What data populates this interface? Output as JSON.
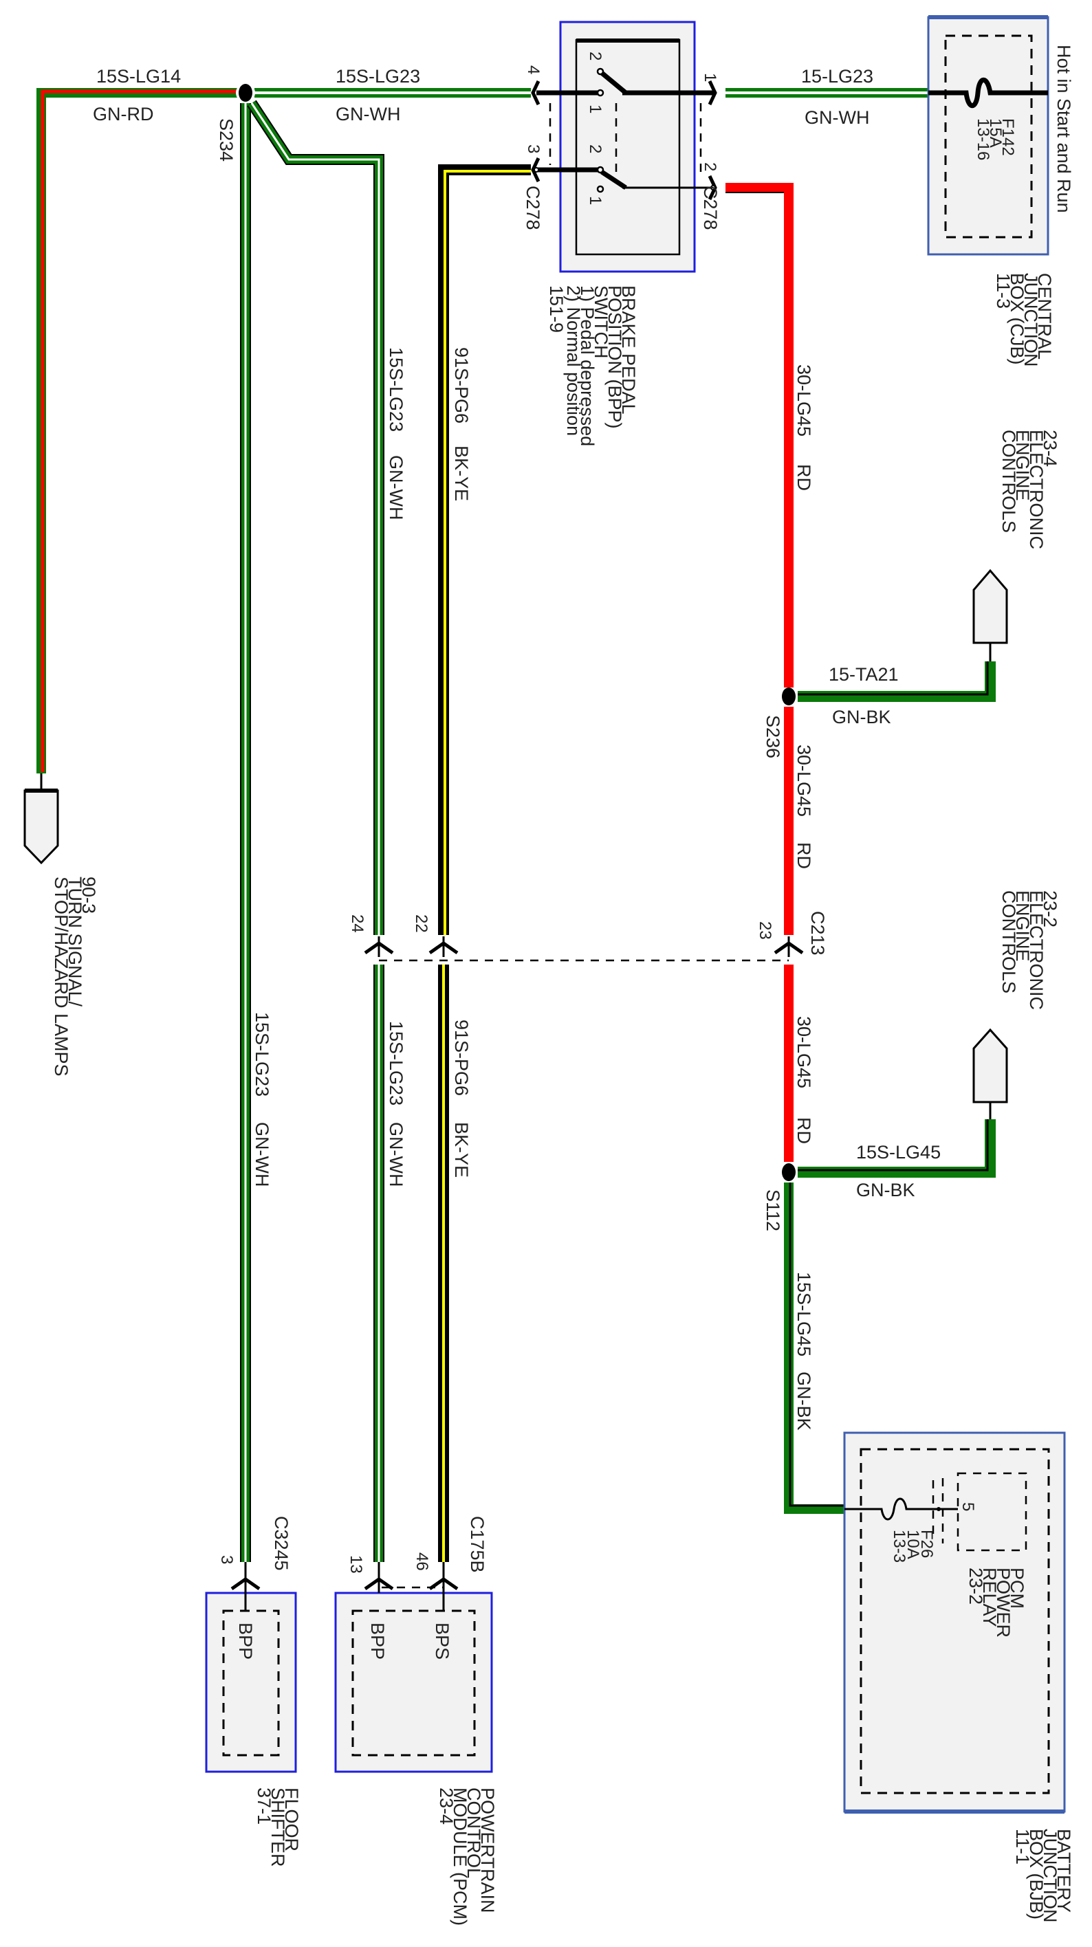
{
  "diagram": {
    "title_note": "Hot in Start and Run",
    "colors": {
      "green": "#0a7a0a",
      "red": "#ff0000",
      "yellow": "#ffff00",
      "black": "#000000",
      "white": "#ffffff",
      "component_border": "#1f1fe0",
      "junction_box_border": "#3f5fb0",
      "component_fill": "#f2f2f2"
    }
  },
  "wires": {
    "lg14": {
      "circuit": "15S-LG14",
      "color": "GN-RD"
    },
    "lg23_top": {
      "circuit": "15S-LG23",
      "color": "GN-WH"
    },
    "lg23_cjb": {
      "circuit": "15-LG23",
      "color": "GN-WH"
    },
    "lg23_branch_upper": {
      "circuit": "15S-LG23",
      "color": "GN-WH"
    },
    "pg6_upper": {
      "circuit": "91S-PG6",
      "color": "BK-YE"
    },
    "lg45_upper": {
      "circuit": "30-LG45",
      "color": "RD"
    },
    "ta21": {
      "circuit": "15-TA21",
      "color": "GN-BK"
    },
    "lg45_mid": {
      "circuit": "30-LG45",
      "color": "RD"
    },
    "lg45_lower": {
      "circuit": "30-LG45",
      "color": "RD"
    },
    "slg45_h": {
      "circuit": "15S-LG45",
      "color": "GN-BK"
    },
    "slg45_v": {
      "circuit": "15S-LG45",
      "color": "GN-BK"
    },
    "lg23_left_lower": {
      "circuit": "15S-LG23",
      "color": "GN-WH"
    },
    "lg23_branch_lower": {
      "circuit": "15S-LG23",
      "color": "GN-WH"
    },
    "pg6_lower": {
      "circuit": "91S-PG6",
      "color": "BK-YE"
    }
  },
  "splices": {
    "s234": "S234",
    "s236": "S236",
    "s112": "S112"
  },
  "connectors": {
    "c278": {
      "name": "C278",
      "pins": {
        "p4": "4",
        "p3": "3",
        "p1": "1",
        "p2": "2"
      }
    },
    "c213": {
      "name": "C213",
      "pins": {
        "p24": "24",
        "p22": "22",
        "p23": "23"
      }
    },
    "c3245": {
      "name": "C3245",
      "pins": {
        "p3": "3"
      }
    },
    "c175b": {
      "name": "C175B",
      "pins": {
        "p13": "13",
        "p46": "46"
      }
    }
  },
  "components": {
    "bpp_switch": {
      "lines": [
        "BRAKE PEDAL",
        "POSITION (BPP)",
        "SWITCH",
        "1) Pedal depressed",
        "2) Normal position",
        "151-9"
      ],
      "contacts": {
        "a2": "2",
        "a1": "1",
        "b2": "2",
        "b1": "1"
      }
    },
    "cjb": {
      "lines": [
        "CENTRAL",
        "JUNCTION",
        "BOX (CJB)",
        "11-3"
      ],
      "fuse": [
        "F142",
        "15A",
        "13-16"
      ]
    },
    "eec_23_4": {
      "lines": [
        "23-4",
        "ELECTRONIC",
        "ENGINE",
        "CONTROLS"
      ]
    },
    "eec_23_2": {
      "lines": [
        "23-2",
        "ELECTRONIC",
        "ENGINE",
        "CONTROLS"
      ]
    },
    "turn_signal": {
      "lines": [
        "90-3",
        "TURN SIGNAL/",
        "STOP/HAZARD LAMPS"
      ]
    },
    "floor_shifter": {
      "pin_label": "BPP",
      "lines": [
        "FLOOR",
        "SHIFTER",
        "37-1"
      ]
    },
    "pcm": {
      "pin_labels": {
        "bpp": "BPP",
        "bps": "BPS"
      },
      "lines": [
        "POWERTRAIN",
        "CONTROL",
        "MODULE (PCM)",
        "23-4"
      ]
    },
    "bjb": {
      "lines": [
        "BATTERY",
        "JUNCTION",
        "BOX (BJB)",
        "11-1"
      ],
      "fuse": [
        "F26",
        "10A",
        "13-3"
      ],
      "relay": {
        "pin": "5",
        "lines": [
          "PCM",
          "POWER",
          "RELAY",
          "23-2"
        ]
      }
    }
  }
}
